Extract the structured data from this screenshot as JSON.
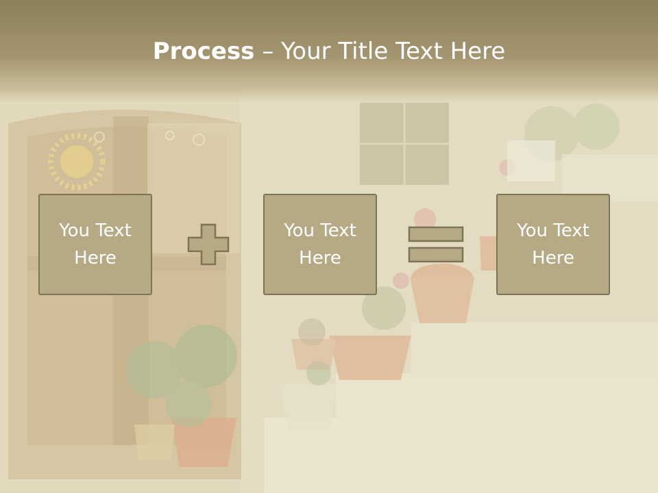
{
  "title": {
    "bold": "Process",
    "rest": " – Your Title Text Here"
  },
  "boxes": [
    {
      "text": "You Text Here"
    },
    {
      "text": "You Text Here"
    },
    {
      "text": "You Text Here"
    }
  ],
  "operators": [
    "plus-icon",
    "equals-icon"
  ],
  "colors": {
    "box_fill": "#b5aa84",
    "box_border": "#7d7355",
    "title_band": "#9a8e66",
    "text": "#ffffff"
  }
}
